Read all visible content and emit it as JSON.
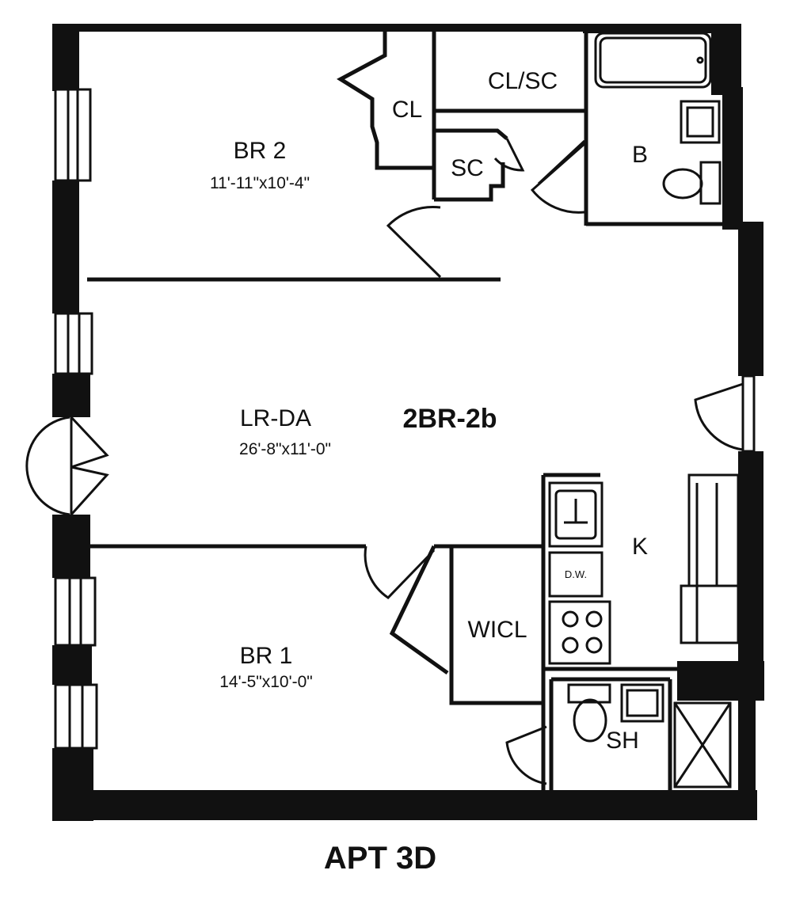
{
  "plan": {
    "unit_type": "2BR-2b",
    "apartment": "APT 3D",
    "rooms": {
      "br2": {
        "name": "BR 2",
        "dimensions": "11'-11\"x10'-4\""
      },
      "lrda": {
        "name": "LR-DA",
        "dimensions": "26'-8\"x11'-0\""
      },
      "br1": {
        "name": "BR 1",
        "dimensions": "14'-5\"x10'-0\""
      },
      "cl": {
        "name": "CL"
      },
      "clsc": {
        "name": "CL/SC"
      },
      "sc": {
        "name": "SC"
      },
      "b": {
        "name": "B"
      },
      "k": {
        "name": "K"
      },
      "wicl": {
        "name": "WICL"
      },
      "sh": {
        "name": "SH"
      }
    },
    "fixtures": {
      "dishwasher": "D.W."
    }
  }
}
